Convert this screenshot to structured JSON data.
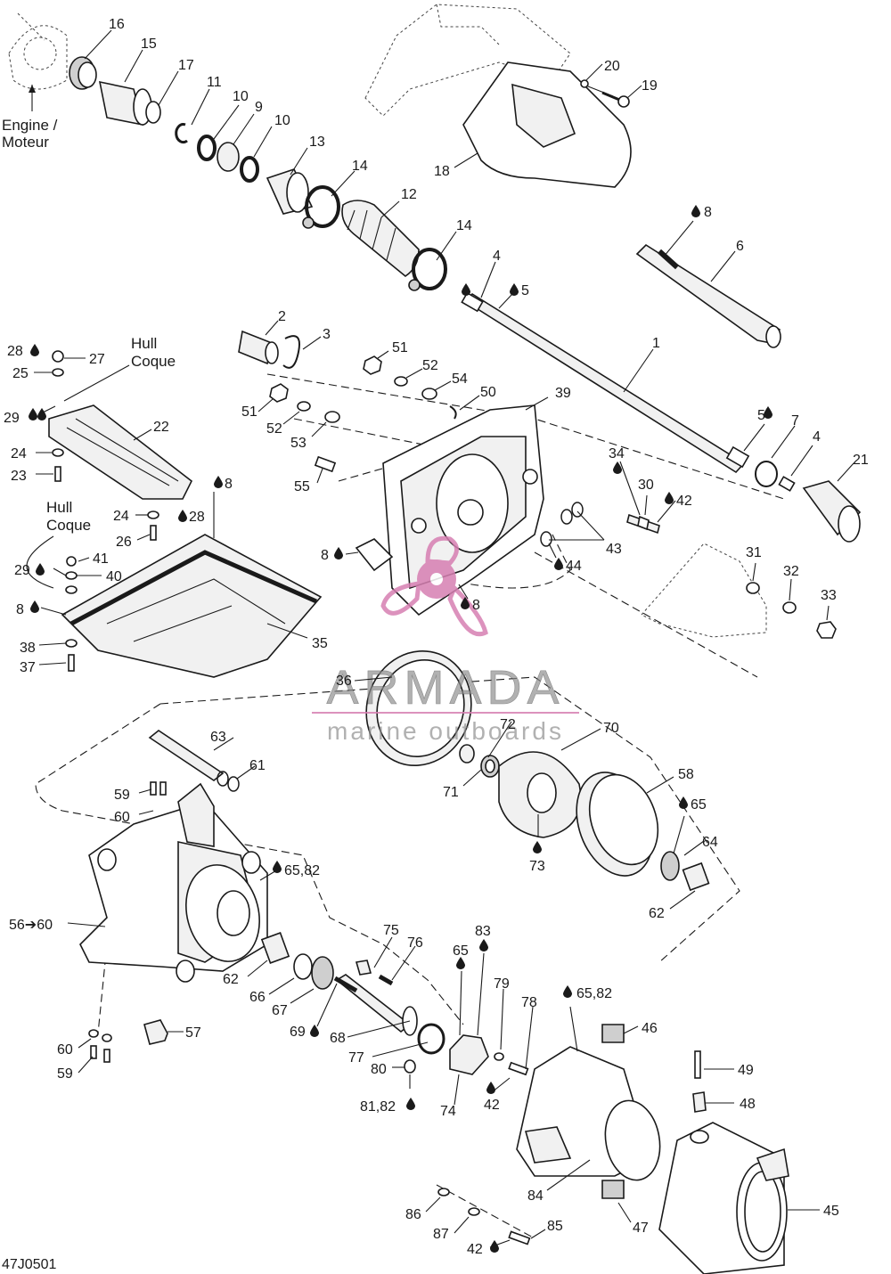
{
  "diagram_code": "47J0501",
  "engine_label": [
    "Engine /",
    "Moteur"
  ],
  "hull_label_1": [
    "Hull",
    "Coque"
  ],
  "hull_label_2": [
    "Hull",
    "Coque"
  ],
  "watermark": {
    "brand": "ARMADA",
    "tagline": "marine outboards",
    "color": "#d77fb2"
  },
  "callouts": [
    {
      "id": "c16",
      "text": "16"
    },
    {
      "id": "c15",
      "text": "15"
    },
    {
      "id": "c17",
      "text": "17"
    },
    {
      "id": "c11",
      "text": "11"
    },
    {
      "id": "c10a",
      "text": "10"
    },
    {
      "id": "c9",
      "text": "9"
    },
    {
      "id": "c10b",
      "text": "10"
    },
    {
      "id": "c13",
      "text": "13"
    },
    {
      "id": "c14a",
      "text": "14"
    },
    {
      "id": "c12",
      "text": "12"
    },
    {
      "id": "c14b",
      "text": "14"
    },
    {
      "id": "c20",
      "text": "20"
    },
    {
      "id": "c19",
      "text": "19"
    },
    {
      "id": "c18",
      "text": "18"
    },
    {
      "id": "c8a",
      "text": "8"
    },
    {
      "id": "c6",
      "text": "6"
    },
    {
      "id": "c4a",
      "text": "4"
    },
    {
      "id": "c5a",
      "text": "5"
    },
    {
      "id": "c2",
      "text": "2"
    },
    {
      "id": "c3",
      "text": "3"
    },
    {
      "id": "c1",
      "text": "1"
    },
    {
      "id": "c51a",
      "text": "51"
    },
    {
      "id": "c52a",
      "text": "52"
    },
    {
      "id": "c54",
      "text": "54"
    },
    {
      "id": "c50",
      "text": "50"
    },
    {
      "id": "c39",
      "text": "39"
    },
    {
      "id": "c51b",
      "text": "51"
    },
    {
      "id": "c52b",
      "text": "52"
    },
    {
      "id": "c53",
      "text": "53"
    },
    {
      "id": "c55",
      "text": "55"
    },
    {
      "id": "c5b",
      "text": "5"
    },
    {
      "id": "c7",
      "text": "7"
    },
    {
      "id": "c4b",
      "text": "4"
    },
    {
      "id": "c21",
      "text": "21"
    },
    {
      "id": "c28a",
      "text": "28"
    },
    {
      "id": "c27",
      "text": "27"
    },
    {
      "id": "c25",
      "text": "25"
    },
    {
      "id": "c29a",
      "text": "29"
    },
    {
      "id": "c22",
      "text": "22"
    },
    {
      "id": "c24a",
      "text": "24"
    },
    {
      "id": "c23",
      "text": "23"
    },
    {
      "id": "c24b",
      "text": "24"
    },
    {
      "id": "c28b",
      "text": "28"
    },
    {
      "id": "c26",
      "text": "26"
    },
    {
      "id": "c8b",
      "text": "8"
    },
    {
      "id": "c41",
      "text": "41"
    },
    {
      "id": "c29b",
      "text": "29"
    },
    {
      "id": "c40",
      "text": "40"
    },
    {
      "id": "c8c",
      "text": "8"
    },
    {
      "id": "c38",
      "text": "38"
    },
    {
      "id": "c37",
      "text": "37"
    },
    {
      "id": "c35",
      "text": "35"
    },
    {
      "id": "c8d",
      "text": "8"
    },
    {
      "id": "c8e",
      "text": "8"
    },
    {
      "id": "c34",
      "text": "34"
    },
    {
      "id": "c30",
      "text": "30"
    },
    {
      "id": "c42a",
      "text": "42"
    },
    {
      "id": "c43",
      "text": "43"
    },
    {
      "id": "c44",
      "text": "44"
    },
    {
      "id": "c31",
      "text": "31"
    },
    {
      "id": "c32",
      "text": "32"
    },
    {
      "id": "c33",
      "text": "33"
    },
    {
      "id": "c36",
      "text": "36"
    },
    {
      "id": "c72",
      "text": "72"
    },
    {
      "id": "c70",
      "text": "70"
    },
    {
      "id": "c63",
      "text": "63"
    },
    {
      "id": "c61",
      "text": "61"
    },
    {
      "id": "c71",
      "text": "71"
    },
    {
      "id": "c58",
      "text": "58"
    },
    {
      "id": "c59a",
      "text": "59"
    },
    {
      "id": "c60a",
      "text": "60"
    },
    {
      "id": "c65a",
      "text": "65"
    },
    {
      "id": "c73",
      "text": "73"
    },
    {
      "id": "c64",
      "text": "64"
    },
    {
      "id": "c6582a",
      "text": "65,82"
    },
    {
      "id": "c62a",
      "text": "62"
    },
    {
      "id": "c5660",
      "text": "56➔60"
    },
    {
      "id": "c75",
      "text": "75"
    },
    {
      "id": "c76",
      "text": "76"
    },
    {
      "id": "c65b",
      "text": "65"
    },
    {
      "id": "c83",
      "text": "83"
    },
    {
      "id": "c62b",
      "text": "62"
    },
    {
      "id": "c66",
      "text": "66"
    },
    {
      "id": "c67",
      "text": "67"
    },
    {
      "id": "c79",
      "text": "79"
    },
    {
      "id": "c78",
      "text": "78"
    },
    {
      "id": "c6582b",
      "text": "65,82"
    },
    {
      "id": "c69",
      "text": "69"
    },
    {
      "id": "c68",
      "text": "68"
    },
    {
      "id": "c57",
      "text": "57"
    },
    {
      "id": "c46",
      "text": "46"
    },
    {
      "id": "c60b",
      "text": "60"
    },
    {
      "id": "c77",
      "text": "77"
    },
    {
      "id": "c80",
      "text": "80"
    },
    {
      "id": "c59b",
      "text": "59"
    },
    {
      "id": "c74",
      "text": "74"
    },
    {
      "id": "c42b",
      "text": "42"
    },
    {
      "id": "c49",
      "text": "49"
    },
    {
      "id": "c48",
      "text": "48"
    },
    {
      "id": "c8182",
      "text": "81,82"
    },
    {
      "id": "c84",
      "text": "84"
    },
    {
      "id": "c45",
      "text": "45"
    },
    {
      "id": "c86",
      "text": "86"
    },
    {
      "id": "c87",
      "text": "87"
    },
    {
      "id": "c85",
      "text": "85"
    },
    {
      "id": "c47",
      "text": "47"
    },
    {
      "id": "c42c",
      "text": "42"
    }
  ]
}
